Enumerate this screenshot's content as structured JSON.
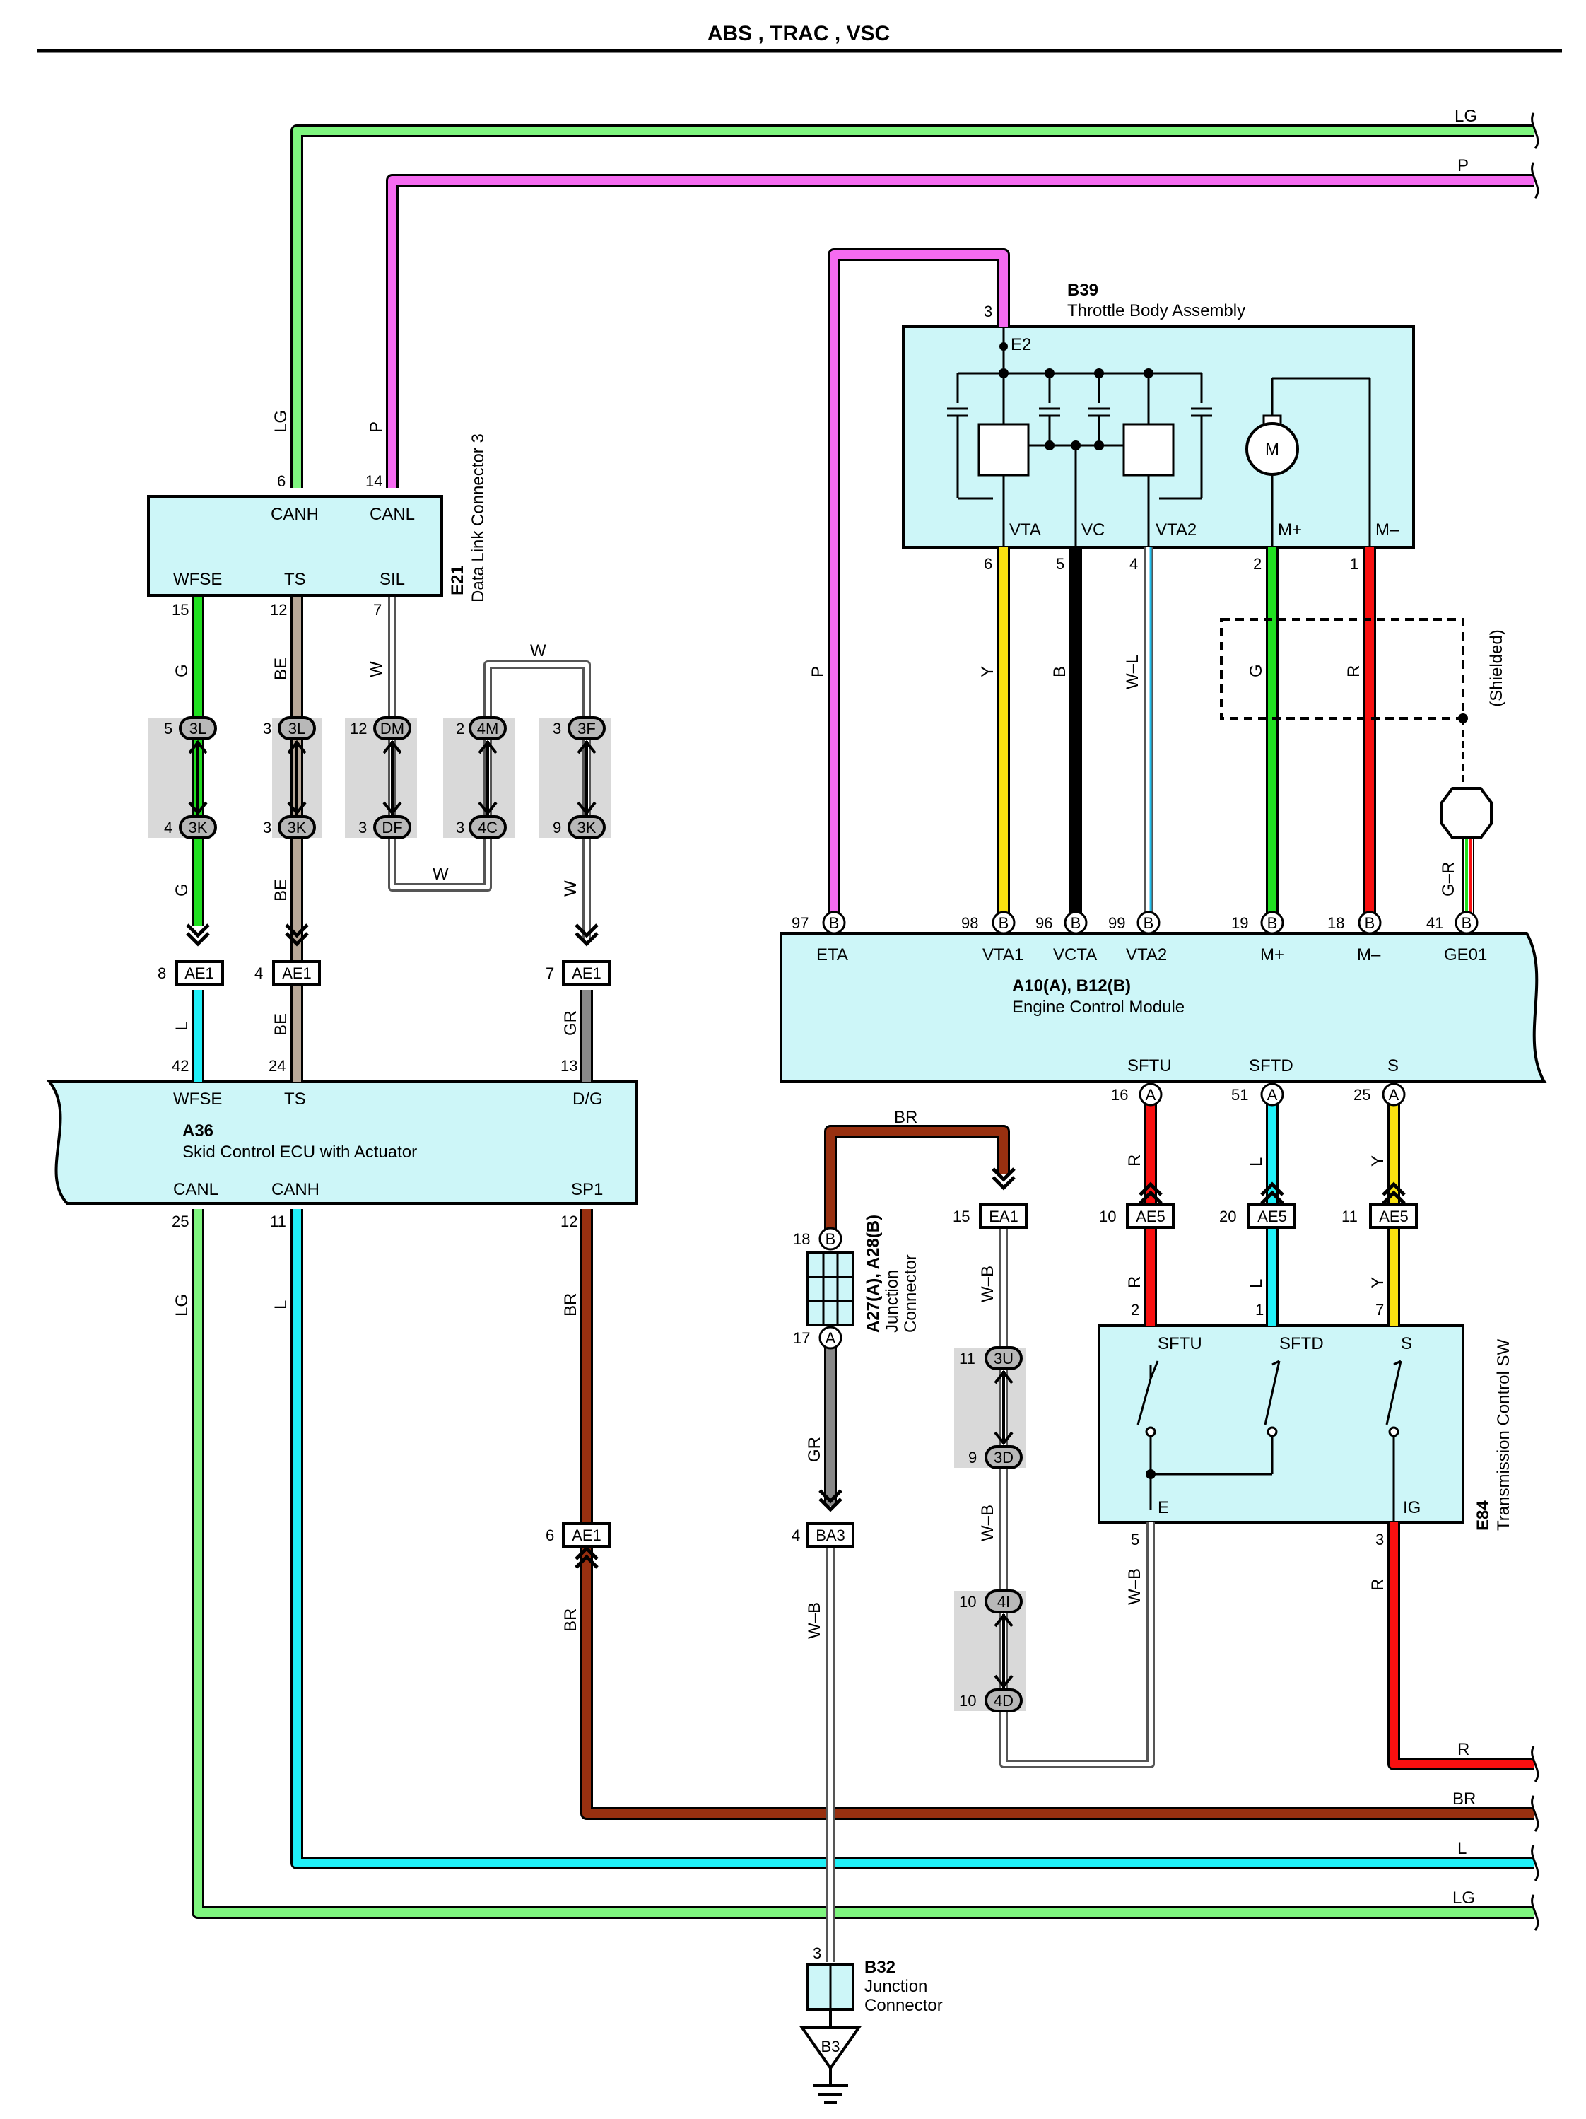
{
  "title": "ABS , TRAC , VSC",
  "colors": {
    "LG": "#7ef57e",
    "P": "#f56bf0",
    "G": "#20e020",
    "BE": "#b8a898",
    "L": "#20f0f8",
    "GR": "#888888",
    "Y": "#f8e010",
    "B": "#000000",
    "R": "#f81010",
    "BR": "#983010",
    "W": "#ffffff",
    "box": "#cdf6f8"
  },
  "components": {
    "e21": {
      "code": "E21",
      "name": "Data Link Connector 3",
      "t_canh": "CANH",
      "t_canl": "CANL",
      "t_wfse": "WFSE",
      "t_ts": "TS",
      "t_sil": "SIL"
    },
    "b39": {
      "code": "B39",
      "name": "Throttle Body Assembly",
      "t_e2": "E2",
      "t_vta": "VTA",
      "t_vc": "VC",
      "t_vta2": "VTA2",
      "t_mp": "M+",
      "t_mm": "M–",
      "motor": "M"
    },
    "ecm": {
      "code": "A10(A), B12(B)",
      "name": "Engine Control Module",
      "t_eta": "ETA",
      "t_vta1": "VTA1",
      "t_vcta": "VCTA",
      "t_vta2": "VTA2",
      "t_mp": "M+",
      "t_mm": "M–",
      "t_ge01": "GE01",
      "t_sftu": "SFTU",
      "t_sftd": "SFTD",
      "t_s": "S"
    },
    "a36": {
      "code": "A36",
      "name": "Skid Control ECU with Actuator",
      "t_wfse": "WFSE",
      "t_ts": "TS",
      "t_dg": "D/G",
      "t_canl": "CANL",
      "t_canh": "CANH",
      "t_sp1": "SP1"
    },
    "a27": {
      "code": "A27(A), A28(B)",
      "name1": "Junction",
      "name2": "Connector"
    },
    "e84": {
      "code": "E84",
      "name": "Transmission Control SW",
      "t_sftu": "SFTU",
      "t_sftd": "SFTD",
      "t_s": "S",
      "t_e": "E",
      "t_ig": "IG"
    },
    "b32": {
      "code": "B32",
      "name1": "Junction",
      "name2": "Connector"
    },
    "ground": "B3",
    "shielded": "(Shielded)"
  },
  "wire_labels": {
    "lg_top": "LG",
    "p_top": "P",
    "lg_e21": "LG",
    "p_e21": "P",
    "g1": "G",
    "be1": "BE",
    "w1": "W",
    "w_loop_top": "W",
    "w_loop_bottom": "W",
    "g2": "G",
    "be2": "BE",
    "w2": "W",
    "l1": "L",
    "be3": "BE",
    "gr1": "GR",
    "p_mid": "P",
    "y1": "Y",
    "b1": "B",
    "wl1": "W–L",
    "g3": "G",
    "r1": "R",
    "gr_shield": "G–R",
    "br_top": "BR",
    "r2": "R",
    "l2": "L",
    "y2": "Y",
    "wb1": "W–B",
    "r3": "R",
    "l3": "L",
    "y3": "Y",
    "lg_left": "LG",
    "l_left": "L",
    "br_left": "BR",
    "br_left2": "BR",
    "gr2": "GR",
    "wb2": "W–B",
    "wb3": "W–B",
    "wb4": "W–B",
    "r4": "R",
    "r_right": "R",
    "br_right": "BR",
    "l_right": "L",
    "lg_right": "LG"
  },
  "pins": {
    "e21_6": "6",
    "e21_14": "14",
    "e21_15": "15",
    "e21_12": "12",
    "e21_7": "7",
    "c1a": "5",
    "c1b": "4",
    "c2a": "3",
    "c2b": "3",
    "c3a": "12",
    "c3b": "3",
    "c4a": "2",
    "c4b": "3",
    "c5a": "3",
    "c5b": "9",
    "ae1_8": "8",
    "ae1_4": "4",
    "ae1_7": "7",
    "a36_42": "42",
    "a36_24": "24",
    "a36_13": "13",
    "a36_25": "25",
    "a36_11": "11",
    "a36_12": "12",
    "b39_3": "3",
    "b39_6": "6",
    "b39_5": "5",
    "b39_4": "4",
    "b39_2": "2",
    "b39_1": "1",
    "ecm_97": "97",
    "ecm_98": "98",
    "ecm_96": "96",
    "ecm_99": "99",
    "ecm_19": "19",
    "ecm_18": "18",
    "ecm_41": "41",
    "ecm_16": "16",
    "ecm_51": "51",
    "ecm_25": "25",
    "ea1_15": "15",
    "ae5_10": "10",
    "ae5_20": "20",
    "ae5_11": "11",
    "a27_18": "18",
    "a27_17": "17",
    "e84_2": "2",
    "e84_1": "1",
    "e84_7": "7",
    "e84_5": "5",
    "e84_3": "3",
    "c6a": "11",
    "c6b": "9",
    "c7a": "10",
    "c7b": "10",
    "ae1_6": "6",
    "ba3_4": "4",
    "b32_3": "3"
  },
  "connectors": {
    "c1a": "3L",
    "c1b": "3K",
    "c2a": "3L",
    "c2b": "3K",
    "c3a": "DM",
    "c3b": "DF",
    "c4a": "4M",
    "c4b": "4C",
    "c5a": "3F",
    "c5b": "3K",
    "c6a": "3U",
    "c6b": "3D",
    "c7a": "4I",
    "c7b": "4D",
    "ae1": "AE1",
    "ea1": "EA1",
    "ae5": "AE5",
    "ba3": "BA3",
    "pin_a": "A",
    "pin_b": "B"
  }
}
